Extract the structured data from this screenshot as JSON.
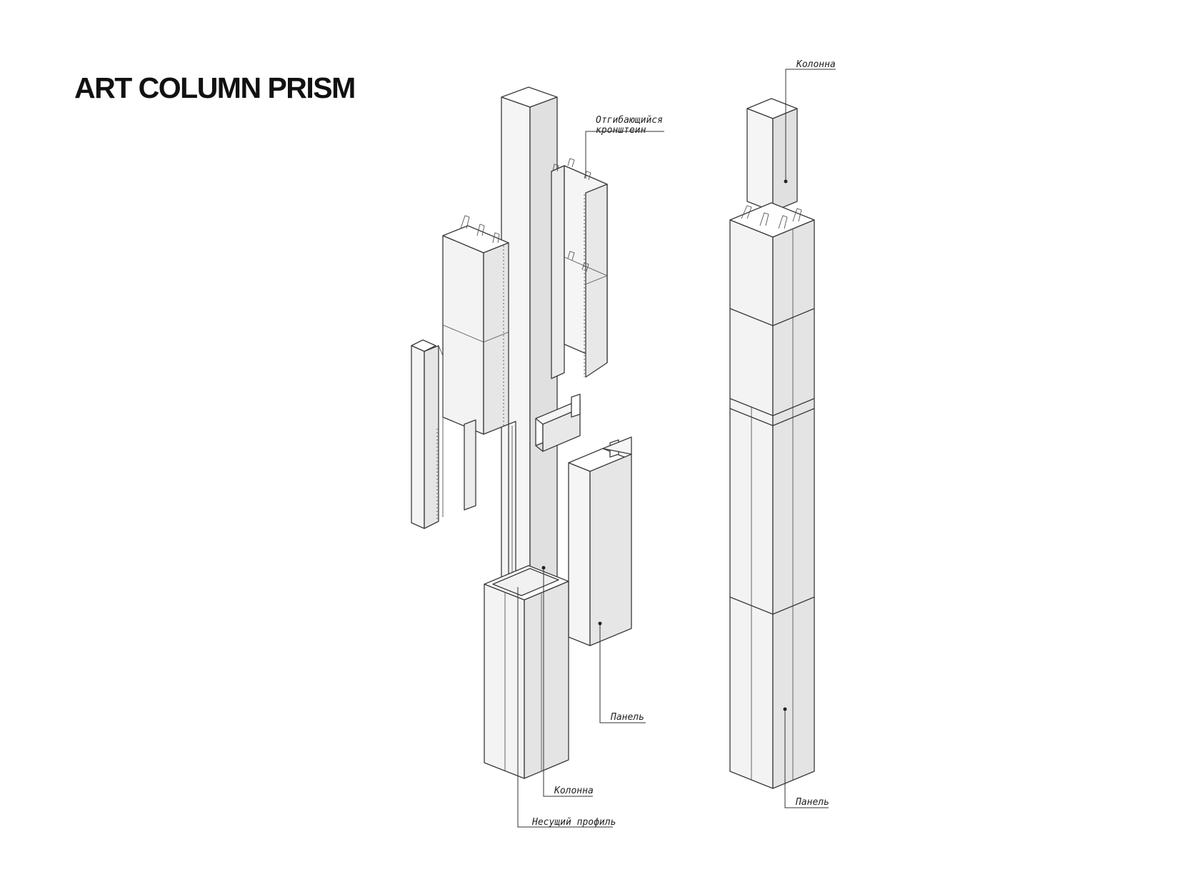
{
  "title": "ART COLUMN PRISM",
  "labels": {
    "bracket_line1": "Отгибающийся",
    "bracket_line2": "кронштеин",
    "column_right": "Колонна",
    "panel_mid": "Панель",
    "column_bottom": "Колонна",
    "profile": "Несущий профиль",
    "panel_right": "Панель"
  },
  "colors": {
    "face_light": "#ffffff",
    "face_mid": "#f2f2f2",
    "face_dark": "#e3e3e3",
    "stroke": "#3a3a3a"
  }
}
